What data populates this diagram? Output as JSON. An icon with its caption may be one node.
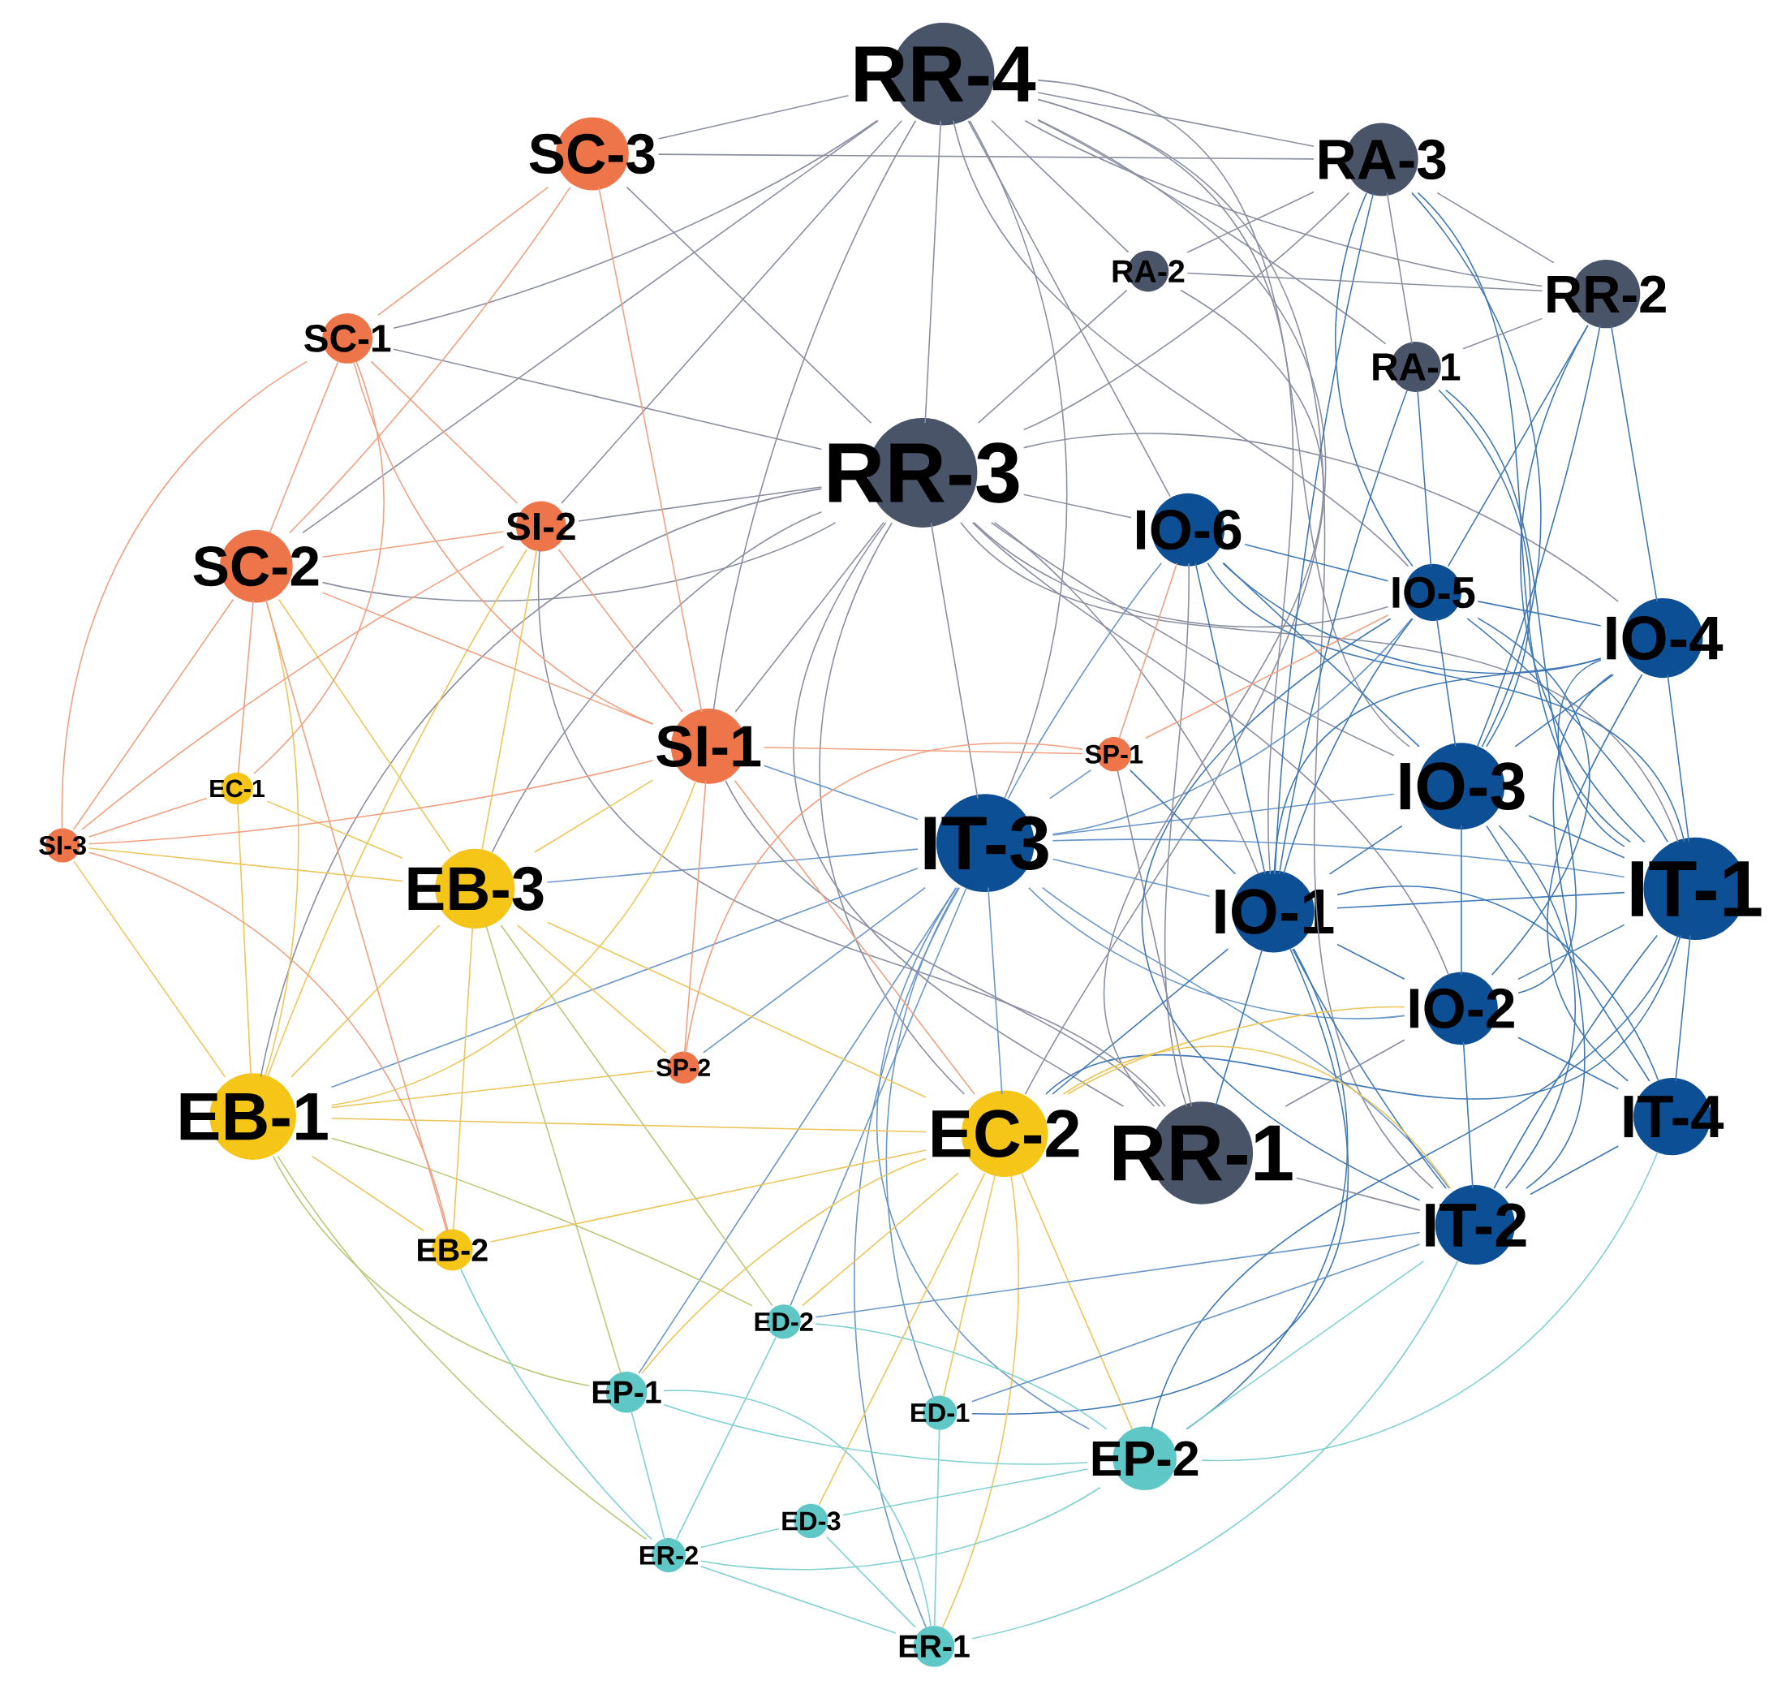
{
  "diagram": {
    "nodes": [
      {
        "text": [
          "RR-4"
        ]
      },
      {
        "text": [
          "SC-3"
        ]
      },
      {
        "text": [
          "RA-3"
        ]
      },
      {
        "text": [
          "RA-2"
        ]
      },
      {
        "text": [
          "RR-2"
        ]
      },
      {
        "text": [
          "SC-1"
        ]
      },
      {
        "text": [
          "RA-1"
        ]
      },
      {
        "text": [
          "RR-3"
        ]
      },
      {
        "text": [
          "SI-2"
        ]
      },
      {
        "text": [
          "IO-6"
        ]
      },
      {
        "text": [
          "SC-2"
        ]
      },
      {
        "text": [
          "IO-5"
        ]
      },
      {
        "text": [
          "IO-4"
        ]
      },
      {
        "text": [
          "SI-1"
        ]
      },
      {
        "text": [
          "SP-1"
        ]
      },
      {
        "text": [
          "EC-1"
        ]
      },
      {
        "text": [
          "IO-3"
        ]
      },
      {
        "text": [
          "SI-3"
        ]
      },
      {
        "text": [
          "IT-3"
        ]
      },
      {
        "text": [
          "EB-3"
        ]
      },
      {
        "text": [
          "IT-1"
        ]
      },
      {
        "text": [
          "IO-1"
        ]
      },
      {
        "text": [
          "IO-2"
        ]
      },
      {
        "text": [
          "SP-2"
        ]
      },
      {
        "text": [
          "EB-1"
        ]
      },
      {
        "text": [
          "EC-2"
        ]
      },
      {
        "text": [
          "RR-1"
        ]
      },
      {
        "text": [
          "IT-4"
        ]
      },
      {
        "text": [
          "IT-2"
        ]
      },
      {
        "text": [
          "EB-2"
        ]
      },
      {
        "text": [
          "ED-2"
        ]
      },
      {
        "text": [
          "EP-1"
        ]
      },
      {
        "text": [
          "ED-1"
        ]
      },
      {
        "text": [
          "EP-2"
        ]
      },
      {
        "text": [
          "ED-3"
        ]
      },
      {
        "text": [
          "ER-2"
        ]
      },
      {
        "text": [
          "ER-1"
        ]
      }
    ],
    "edges": [
      {
        "from": 0,
        "to": 1,
        "arrow": "none",
        "color": "#8a8fa0"
      },
      {
        "from": 0,
        "to": 2,
        "arrow": "none",
        "color": "#8a8fa0"
      },
      {
        "from": 0,
        "to": 3,
        "arrow": "none",
        "color": "#8a8fa0"
      },
      {
        "from": 0,
        "to": 4,
        "arrow": "none",
        "color": "#8a8fa0"
      },
      {
        "from": 0,
        "to": 6,
        "arrow": "none",
        "color": "#8a8fa0"
      },
      {
        "from": 0,
        "to": 7,
        "arrow": "none",
        "color": "#8a8fa0"
      },
      {
        "from": 0,
        "to": 9,
        "arrow": "none",
        "color": "#8a8fa0"
      },
      {
        "from": 0,
        "to": 11,
        "arrow": "none",
        "color": "#8a8fa0"
      },
      {
        "from": 0,
        "to": 16,
        "arrow": "none",
        "color": "#8a8fa0"
      },
      {
        "from": 0,
        "to": 18,
        "arrow": "none",
        "color": "#8a8fa0"
      },
      {
        "from": 0,
        "to": 21,
        "arrow": "none",
        "color": "#8a8fa0"
      },
      {
        "from": 0,
        "to": 13,
        "arrow": "none",
        "color": "#8a8fa0"
      },
      {
        "from": 0,
        "to": 8,
        "arrow": "none",
        "color": "#8a8fa0"
      },
      {
        "from": 0,
        "to": 5,
        "arrow": "none",
        "color": "#8a8fa0"
      },
      {
        "from": 0,
        "to": 10,
        "arrow": "none",
        "color": "#8a8fa0"
      },
      {
        "from": 0,
        "to": 28,
        "arrow": "none",
        "color": "#8a8fa0"
      },
      {
        "from": 0,
        "to": 25,
        "arrow": "none",
        "color": "#8a8fa0"
      },
      {
        "from": 7,
        "to": 1,
        "arrow": "none",
        "color": "#8a8fa0"
      },
      {
        "from": 7,
        "to": 5,
        "arrow": "none",
        "color": "#8a8fa0"
      },
      {
        "from": 7,
        "to": 8,
        "arrow": "none",
        "color": "#8a8fa0"
      },
      {
        "from": 7,
        "to": 10,
        "arrow": "none",
        "color": "#8a8fa0"
      },
      {
        "from": 7,
        "to": 13,
        "arrow": "none",
        "color": "#8a8fa0"
      },
      {
        "from": 7,
        "to": 9,
        "arrow": "none",
        "color": "#8a8fa0"
      },
      {
        "from": 7,
        "to": 11,
        "arrow": "none",
        "color": "#8a8fa0"
      },
      {
        "from": 7,
        "to": 16,
        "arrow": "none",
        "color": "#8a8fa0"
      },
      {
        "from": 7,
        "to": 18,
        "arrow": "none",
        "color": "#8a8fa0"
      },
      {
        "from": 7,
        "to": 21,
        "arrow": "none",
        "color": "#8a8fa0"
      },
      {
        "from": 7,
        "to": 20,
        "arrow": "none",
        "color": "#8a8fa0"
      },
      {
        "from": 7,
        "to": 12,
        "arrow": "none",
        "color": "#8a8fa0"
      },
      {
        "from": 7,
        "to": 22,
        "arrow": "none",
        "color": "#8a8fa0"
      },
      {
        "from": 7,
        "to": 19,
        "arrow": "none",
        "color": "#8a8fa0"
      },
      {
        "from": 7,
        "to": 24,
        "arrow": "none",
        "color": "#8a8fa0"
      },
      {
        "from": 7,
        "to": 25,
        "arrow": "none",
        "color": "#8a8fa0"
      },
      {
        "from": 7,
        "to": 26,
        "arrow": "none",
        "color": "#8a8fa0"
      },
      {
        "from": 7,
        "to": 3,
        "arrow": "none",
        "color": "#8a8fa0"
      },
      {
        "from": 7,
        "to": 2,
        "arrow": "none",
        "color": "#8a8fa0"
      },
      {
        "from": 18,
        "to": 13,
        "arrow": "none",
        "color": "#6a96c8"
      },
      {
        "from": 18,
        "to": 19,
        "arrow": "none",
        "color": "#6a96c8"
      },
      {
        "from": 18,
        "to": 24,
        "arrow": "none",
        "color": "#6a96c8"
      },
      {
        "from": 18,
        "to": 25,
        "arrow": "none",
        "color": "#6a96c8"
      },
      {
        "from": 18,
        "to": 21,
        "arrow": "none",
        "color": "#6a96c8"
      },
      {
        "from": 18,
        "to": 16,
        "arrow": "none",
        "color": "#6a96c8"
      },
      {
        "from": 18,
        "to": 22,
        "arrow": "none",
        "color": "#6a96c8"
      },
      {
        "from": 18,
        "to": 20,
        "arrow": "none",
        "color": "#6a96c8"
      },
      {
        "from": 18,
        "to": 28,
        "arrow": "none",
        "color": "#6a96c8"
      },
      {
        "from": 18,
        "to": 30,
        "arrow": "none",
        "color": "#6a96c8"
      },
      {
        "from": 18,
        "to": 32,
        "arrow": "none",
        "color": "#6a96c8"
      },
      {
        "from": 18,
        "to": 33,
        "arrow": "none",
        "color": "#6a96c8"
      },
      {
        "from": 18,
        "to": 36,
        "arrow": "none",
        "color": "#6a96c8"
      },
      {
        "from": 18,
        "to": 31,
        "arrow": "none",
        "color": "#6a96c8"
      },
      {
        "from": 18,
        "to": 9,
        "arrow": "none",
        "color": "#6a96c8"
      },
      {
        "from": 18,
        "to": 11,
        "arrow": "none",
        "color": "#6a96c8"
      },
      {
        "from": 18,
        "to": 14,
        "arrow": "none",
        "color": "#6a96c8"
      },
      {
        "from": 18,
        "to": 23,
        "arrow": "none",
        "color": "#6a96c8"
      },
      {
        "from": 20,
        "to": 12,
        "arrow": "none",
        "color": "#3f78b4"
      },
      {
        "from": 20,
        "to": 16,
        "arrow": "none",
        "color": "#3f78b4"
      },
      {
        "from": 20,
        "to": 21,
        "arrow": "none",
        "color": "#3f78b4"
      },
      {
        "from": 20,
        "to": 22,
        "arrow": "none",
        "color": "#3f78b4"
      },
      {
        "from": 20,
        "to": 27,
        "arrow": "none",
        "color": "#3f78b4"
      },
      {
        "from": 20,
        "to": 28,
        "arrow": "none",
        "color": "#3f78b4"
      },
      {
        "from": 20,
        "to": 11,
        "arrow": "none",
        "color": "#3f78b4"
      },
      {
        "from": 20,
        "to": 9,
        "arrow": "none",
        "color": "#3f78b4"
      },
      {
        "from": 20,
        "to": 4,
        "arrow": "none",
        "color": "#3f78b4"
      },
      {
        "from": 20,
        "to": 2,
        "arrow": "none",
        "color": "#3f78b4"
      },
      {
        "from": 20,
        "to": 6,
        "arrow": "none",
        "color": "#3f78b4"
      },
      {
        "from": 20,
        "to": 25,
        "arrow": "none",
        "color": "#3f78b4"
      },
      {
        "from": 20,
        "to": 33,
        "arrow": "none",
        "color": "#3f78b4"
      },
      {
        "from": 21,
        "to": 9,
        "arrow": "none",
        "color": "#3f78b4"
      },
      {
        "from": 21,
        "to": 11,
        "arrow": "none",
        "color": "#3f78b4"
      },
      {
        "from": 21,
        "to": 16,
        "arrow": "none",
        "color": "#3f78b4"
      },
      {
        "from": 21,
        "to": 22,
        "arrow": "none",
        "color": "#3f78b4"
      },
      {
        "from": 21,
        "to": 26,
        "arrow": "none",
        "color": "#3f78b4"
      },
      {
        "from": 21,
        "to": 28,
        "arrow": "none",
        "color": "#3f78b4"
      },
      {
        "from": 21,
        "to": 27,
        "arrow": "none",
        "color": "#3f78b4"
      },
      {
        "from": 21,
        "to": 12,
        "arrow": "none",
        "color": "#3f78b4"
      },
      {
        "from": 21,
        "to": 14,
        "arrow": "none",
        "color": "#3f78b4"
      },
      {
        "from": 21,
        "to": 25,
        "arrow": "none",
        "color": "#3f78b4"
      },
      {
        "from": 21,
        "to": 33,
        "arrow": "none",
        "color": "#3f78b4"
      },
      {
        "from": 21,
        "to": 32,
        "arrow": "none",
        "color": "#3f78b4"
      },
      {
        "from": 21,
        "to": 2,
        "arrow": "none",
        "color": "#3f78b4"
      },
      {
        "from": 21,
        "to": 6,
        "arrow": "none",
        "color": "#3f78b4"
      },
      {
        "from": 16,
        "to": 11,
        "arrow": "none",
        "color": "#3f78b4"
      },
      {
        "from": 16,
        "to": 12,
        "arrow": "none",
        "color": "#3f78b4"
      },
      {
        "from": 16,
        "to": 22,
        "arrow": "none",
        "color": "#3f78b4"
      },
      {
        "from": 16,
        "to": 27,
        "arrow": "none",
        "color": "#3f78b4"
      },
      {
        "from": 16,
        "to": 28,
        "arrow": "none",
        "color": "#3f78b4"
      },
      {
        "from": 16,
        "to": 9,
        "arrow": "none",
        "color": "#3f78b4"
      },
      {
        "from": 16,
        "to": 6,
        "arrow": "none",
        "color": "#3f78b4"
      },
      {
        "from": 16,
        "to": 2,
        "arrow": "none",
        "color": "#3f78b4"
      },
      {
        "from": 16,
        "to": 4,
        "arrow": "none",
        "color": "#3f78b4"
      },
      {
        "from": 26,
        "to": 13,
        "arrow": "none",
        "color": "#8a8fa0"
      },
      {
        "from": 26,
        "to": 8,
        "arrow": "none",
        "color": "#8a8fa0"
      },
      {
        "from": 26,
        "to": 14,
        "arrow": "none",
        "color": "#8a8fa0"
      },
      {
        "from": 26,
        "to": 22,
        "arrow": "none",
        "color": "#8a8fa0"
      },
      {
        "from": 26,
        "to": 28,
        "arrow": "none",
        "color": "#8a8fa0"
      },
      {
        "from": 26,
        "to": 9,
        "arrow": "none",
        "color": "#8a8fa0"
      },
      {
        "from": 26,
        "to": 3,
        "arrow": "none",
        "color": "#8a8fa0"
      },
      {
        "from": 24,
        "to": 10,
        "arrow": "none",
        "color": "#ecc65a"
      },
      {
        "from": 24,
        "to": 15,
        "arrow": "none",
        "color": "#ecc65a"
      },
      {
        "from": 24,
        "to": 17,
        "arrow": "none",
        "color": "#ecc65a"
      },
      {
        "from": 24,
        "to": 19,
        "arrow": "none",
        "color": "#ecc65a"
      },
      {
        "from": 24,
        "to": 29,
        "arrow": "none",
        "color": "#ecc65a"
      },
      {
        "from": 24,
        "to": 23,
        "arrow": "none",
        "color": "#ecc65a"
      },
      {
        "from": 24,
        "to": 13,
        "arrow": "none",
        "color": "#ecc65a"
      },
      {
        "from": 24,
        "to": 8,
        "arrow": "none",
        "color": "#ecc65a"
      },
      {
        "from": 24,
        "to": 25,
        "arrow": "none",
        "color": "#ecc65a"
      },
      {
        "from": 24,
        "to": 31,
        "arrow": "none",
        "color": "#b8c878"
      },
      {
        "from": 24,
        "to": 35,
        "arrow": "none",
        "color": "#b8c878"
      },
      {
        "from": 24,
        "to": 30,
        "arrow": "none",
        "color": "#b8c878"
      },
      {
        "from": 19,
        "to": 10,
        "arrow": "none",
        "color": "#ecc65a"
      },
      {
        "from": 19,
        "to": 8,
        "arrow": "none",
        "color": "#ecc65a"
      },
      {
        "from": 19,
        "to": 13,
        "arrow": "none",
        "color": "#ecc65a"
      },
      {
        "from": 19,
        "to": 15,
        "arrow": "none",
        "color": "#ecc65a"
      },
      {
        "from": 19,
        "to": 17,
        "arrow": "none",
        "color": "#ecc65a"
      },
      {
        "from": 19,
        "to": 29,
        "arrow": "none",
        "color": "#ecc65a"
      },
      {
        "from": 19,
        "to": 23,
        "arrow": "none",
        "color": "#ecc65a"
      },
      {
        "from": 19,
        "to": 31,
        "arrow": "none",
        "color": "#b8c878"
      },
      {
        "from": 19,
        "to": 30,
        "arrow": "none",
        "color": "#b8c878"
      },
      {
        "from": 19,
        "to": 25,
        "arrow": "none",
        "color": "#ecc65a"
      },
      {
        "from": 13,
        "to": 8,
        "arrow": "none",
        "color": "#f0a080"
      },
      {
        "from": 13,
        "to": 10,
        "arrow": "none",
        "color": "#f0a080"
      },
      {
        "from": 13,
        "to": 5,
        "arrow": "none",
        "color": "#f0a080"
      },
      {
        "from": 13,
        "to": 1,
        "arrow": "none",
        "color": "#f0a080"
      },
      {
        "from": 13,
        "to": 23,
        "arrow": "none",
        "color": "#f0a080"
      },
      {
        "from": 13,
        "to": 14,
        "arrow": "none",
        "color": "#f0a080"
      },
      {
        "from": 13,
        "to": 25,
        "arrow": "none",
        "color": "#f0a080"
      },
      {
        "from": 10,
        "to": 5,
        "arrow": "none",
        "color": "#f0a080"
      },
      {
        "from": 10,
        "to": 1,
        "arrow": "none",
        "color": "#f0a080"
      },
      {
        "from": 10,
        "to": 8,
        "arrow": "none",
        "color": "#f0a080"
      },
      {
        "from": 10,
        "to": 17,
        "arrow": "none",
        "color": "#f0a080"
      },
      {
        "from": 10,
        "to": 15,
        "arrow": "none",
        "color": "#f0a080"
      },
      {
        "from": 10,
        "to": 29,
        "arrow": "none",
        "color": "#f0a080"
      },
      {
        "from": 5,
        "to": 1,
        "arrow": "none",
        "color": "#f0a080"
      },
      {
        "from": 5,
        "to": 17,
        "arrow": "none",
        "color": "#f0a080"
      },
      {
        "from": 5,
        "to": 15,
        "arrow": "none",
        "color": "#f0a080"
      },
      {
        "from": 5,
        "to": 8,
        "arrow": "none",
        "color": "#f0a080"
      },
      {
        "from": 17,
        "to": 15,
        "arrow": "none",
        "color": "#f0a080"
      },
      {
        "from": 17,
        "to": 29,
        "arrow": "none",
        "color": "#f0a080"
      },
      {
        "from": 17,
        "to": 13,
        "arrow": "none",
        "color": "#f0a080"
      },
      {
        "from": 17,
        "to": 8,
        "arrow": "none",
        "color": "#f0a080"
      },
      {
        "from": 25,
        "to": 30,
        "arrow": "none",
        "color": "#ecc65a"
      },
      {
        "from": 25,
        "to": 31,
        "arrow": "none",
        "color": "#ecc65a"
      },
      {
        "from": 25,
        "to": 32,
        "arrow": "none",
        "color": "#ecc65a"
      },
      {
        "from": 25,
        "to": 33,
        "arrow": "none",
        "color": "#ecc65a"
      },
      {
        "from": 25,
        "to": 34,
        "arrow": "none",
        "color": "#ecc65a"
      },
      {
        "from": 25,
        "to": 36,
        "arrow": "none",
        "color": "#ecc65a"
      },
      {
        "from": 25,
        "to": 28,
        "arrow": "none",
        "color": "#ecc65a"
      },
      {
        "from": 25,
        "to": 22,
        "arrow": "none",
        "color": "#ecc65a"
      },
      {
        "from": 25,
        "to": 29,
        "arrow": "none",
        "color": "#ecc65a"
      },
      {
        "from": 33,
        "to": 28,
        "arrow": "none",
        "color": "#80d0d0"
      },
      {
        "from": 33,
        "to": 27,
        "arrow": "none",
        "color": "#80d0d0"
      },
      {
        "from": 33,
        "to": 31,
        "arrow": "none",
        "color": "#80d0d0"
      },
      {
        "from": 33,
        "to": 35,
        "arrow": "none",
        "color": "#80d0d0"
      },
      {
        "from": 33,
        "to": 34,
        "arrow": "none",
        "color": "#80d0d0"
      },
      {
        "from": 33,
        "to": 30,
        "arrow": "none",
        "color": "#80d0d0"
      },
      {
        "from": 36,
        "to": 35,
        "arrow": "none",
        "color": "#80d0d0"
      },
      {
        "from": 36,
        "to": 34,
        "arrow": "none",
        "color": "#80d0d0"
      },
      {
        "from": 36,
        "to": 31,
        "arrow": "none",
        "color": "#80d0d0"
      },
      {
        "from": 36,
        "to": 32,
        "arrow": "none",
        "color": "#80d0d0"
      },
      {
        "from": 36,
        "to": 28,
        "arrow": "none",
        "color": "#80d0d0"
      },
      {
        "from": 35,
        "to": 31,
        "arrow": "none",
        "color": "#80d0d0"
      },
      {
        "from": 35,
        "to": 34,
        "arrow": "none",
        "color": "#80d0d0"
      },
      {
        "from": 35,
        "to": 30,
        "arrow": "none",
        "color": "#80d0d0"
      },
      {
        "from": 35,
        "to": 29,
        "arrow": "none",
        "color": "#80d0d0"
      },
      {
        "from": 28,
        "to": 27,
        "arrow": "none",
        "color": "#3f78b4"
      },
      {
        "from": 28,
        "to": 22,
        "arrow": "none",
        "color": "#3f78b4"
      },
      {
        "from": 28,
        "to": 11,
        "arrow": "none",
        "color": "#3f78b4"
      },
      {
        "from": 28,
        "to": 12,
        "arrow": "none",
        "color": "#3f78b4"
      },
      {
        "from": 28,
        "to": 32,
        "arrow": "none",
        "color": "#6a96c8"
      },
      {
        "from": 28,
        "to": 30,
        "arrow": "none",
        "color": "#6a96c8"
      },
      {
        "from": 12,
        "to": 11,
        "arrow": "none",
        "color": "#3f78b4"
      },
      {
        "from": 12,
        "to": 27,
        "arrow": "none",
        "color": "#3f78b4"
      },
      {
        "from": 12,
        "to": 22,
        "arrow": "none",
        "color": "#3f78b4"
      },
      {
        "from": 12,
        "to": 4,
        "arrow": "none",
        "color": "#3f78b4"
      },
      {
        "from": 12,
        "to": 9,
        "arrow": "none",
        "color": "#3f78b4"
      },
      {
        "from": 11,
        "to": 9,
        "arrow": "none",
        "color": "#3f78b4"
      },
      {
        "from": 11,
        "to": 6,
        "arrow": "none",
        "color": "#3f78b4"
      },
      {
        "from": 11,
        "to": 2,
        "arrow": "none",
        "color": "#3f78b4"
      },
      {
        "from": 11,
        "to": 4,
        "arrow": "none",
        "color": "#3f78b4"
      },
      {
        "from": 11,
        "to": 22,
        "arrow": "none",
        "color": "#3f78b4"
      },
      {
        "from": 2,
        "to": 3,
        "arrow": "none",
        "color": "#8a8fa0"
      },
      {
        "from": 2,
        "to": 4,
        "arrow": "none",
        "color": "#8a8fa0"
      },
      {
        "from": 2,
        "to": 6,
        "arrow": "none",
        "color": "#8a8fa0"
      },
      {
        "from": 2,
        "to": 1,
        "arrow": "none",
        "color": "#8a8fa0"
      },
      {
        "from": 4,
        "to": 6,
        "arrow": "none",
        "color": "#8a8fa0"
      },
      {
        "from": 4,
        "to": 3,
        "arrow": "none",
        "color": "#8a8fa0"
      },
      {
        "from": 14,
        "to": 9,
        "arrow": "none",
        "color": "#f0a080"
      },
      {
        "from": 14,
        "to": 23,
        "arrow": "none",
        "color": "#f0a080"
      },
      {
        "from": 14,
        "to": 11,
        "arrow": "none",
        "color": "#f0a080"
      },
      {
        "from": 27,
        "to": 22,
        "arrow": "none",
        "color": "#3f78b4"
      }
    ]
  }
}
